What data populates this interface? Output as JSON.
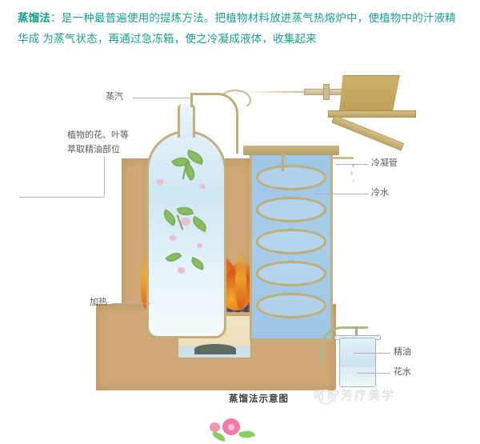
{
  "article": {
    "keyword": "蒸馏法",
    "body": "：是一种最普遍使用的提炼方法。把植物材料放进蒸气热熔炉中，使植物中的汁液精华成 为蒸气状态，再通过急冻箱，使之冷凝成液体，收集起来",
    "text_color": "#1aa08d"
  },
  "diagram": {
    "caption": "蒸馏法示意图",
    "labels": {
      "steam": "蒸汽",
      "plant_part_line1": "植物的花、叶等",
      "plant_part_line2": "萃取精油部位",
      "heating": "加热",
      "condenser": "冷凝管",
      "cold_water": "冷水",
      "essential_oil": "精油",
      "floral_water": "花水"
    },
    "colors": {
      "brick": "#d0a977",
      "water": "#9dc6e8",
      "glass": "#dcecf6",
      "pipe_gold": "#bfae78",
      "flame_orange": "#e8721f",
      "leaf_green": "#8bbd62",
      "label_text": "#5b5b5b"
    },
    "coil_loops": 5
  },
  "watermark": {
    "text": "叮咛芳疗美学",
    "icon": "flower-badge-icon"
  }
}
